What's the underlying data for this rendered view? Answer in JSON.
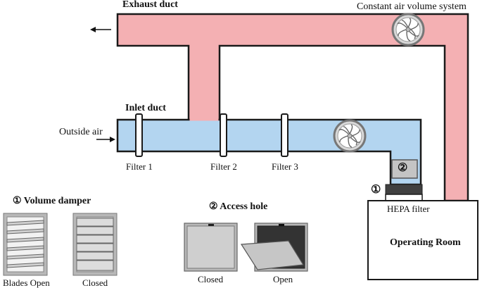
{
  "labels": {
    "exhaust_duct": "Exhaust duct",
    "constant_air": "Constant air volume system",
    "inlet_duct": "Inlet duct",
    "outside_air": "Outside air",
    "filter1": "Filter 1",
    "filter2": "Filter 2",
    "filter3": "Filter 3",
    "marker1": "①",
    "marker2": "②",
    "hepa": "HEPA filter",
    "operating_room": "Operating Room",
    "volume_damper": "① Volume damper",
    "blades_open": "Blades Open",
    "closed_damper": "Closed",
    "access_hole": "② Access hole",
    "access_closed": "Closed",
    "access_open": "Open"
  },
  "colors": {
    "exhaust": "#f4b0b3",
    "inlet": "#b3d5f0",
    "outline": "#1a1a1a",
    "grey_panel": "#b8b8b8",
    "dark_grey": "#404040"
  }
}
